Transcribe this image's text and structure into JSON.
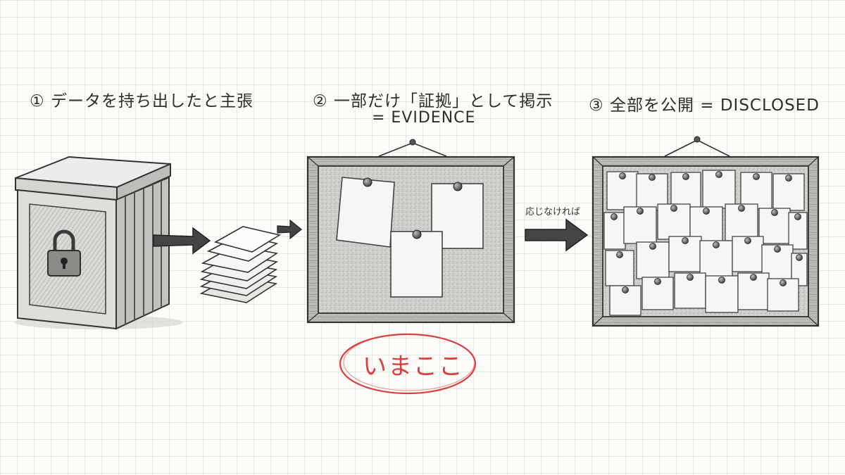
{
  "steps": [
    {
      "number": "①",
      "text": "データを持ち出したと主張"
    },
    {
      "number": "②",
      "text": "一部だけ「証拠」として掲示",
      "subtext": "= EVIDENCE"
    },
    {
      "number": "③",
      "text": "全部を公開 = DISCLOSED"
    }
  ],
  "condition_label": "応じなければ",
  "current_marker": "いまここ",
  "colors": {
    "marker": "#d9403e",
    "ink": "#2b2b2b",
    "cork": "#cfcfcc",
    "frame": "#5a5a5a"
  },
  "icons": [
    "padlock-icon",
    "arrow-right-icon",
    "pushpin-icon"
  ]
}
